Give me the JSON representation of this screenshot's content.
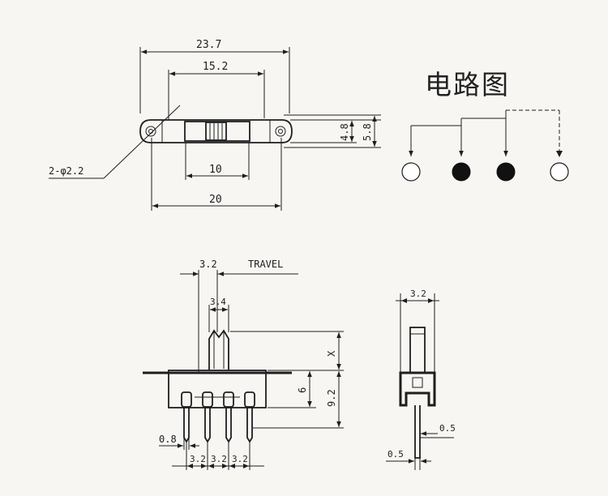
{
  "circuit": {
    "title": "电路图",
    "terminals": [
      {
        "id": "t1",
        "state": "open",
        "connection": "solid"
      },
      {
        "id": "t2",
        "state": "closed",
        "connection": "solid"
      },
      {
        "id": "t3",
        "state": "closed",
        "connection": "solid"
      },
      {
        "id": "t4",
        "state": "open",
        "connection": "dashed"
      }
    ]
  },
  "top_view": {
    "dims": {
      "overall_length": "23.7",
      "slot_length": "15.2",
      "body_height": "4.8",
      "total_height": "5.8",
      "knob_travel": "10",
      "mount_spacing": "20",
      "hole_callout": "2-φ2.2"
    }
  },
  "front_view": {
    "dims": {
      "travel_label": "TRAVEL",
      "travel": "3.2",
      "actuator_width": "3.4",
      "actuator_height": "X",
      "body_height": "6",
      "overall_height": "9.2",
      "pin_width": "0.8",
      "pitch_1": "3.2",
      "pitch_2": "3.2",
      "pitch_3": "3.2"
    }
  },
  "side_view": {
    "dims": {
      "width": "3.2",
      "pin_offset": "0.5",
      "pin_thickness": "0.5"
    }
  }
}
